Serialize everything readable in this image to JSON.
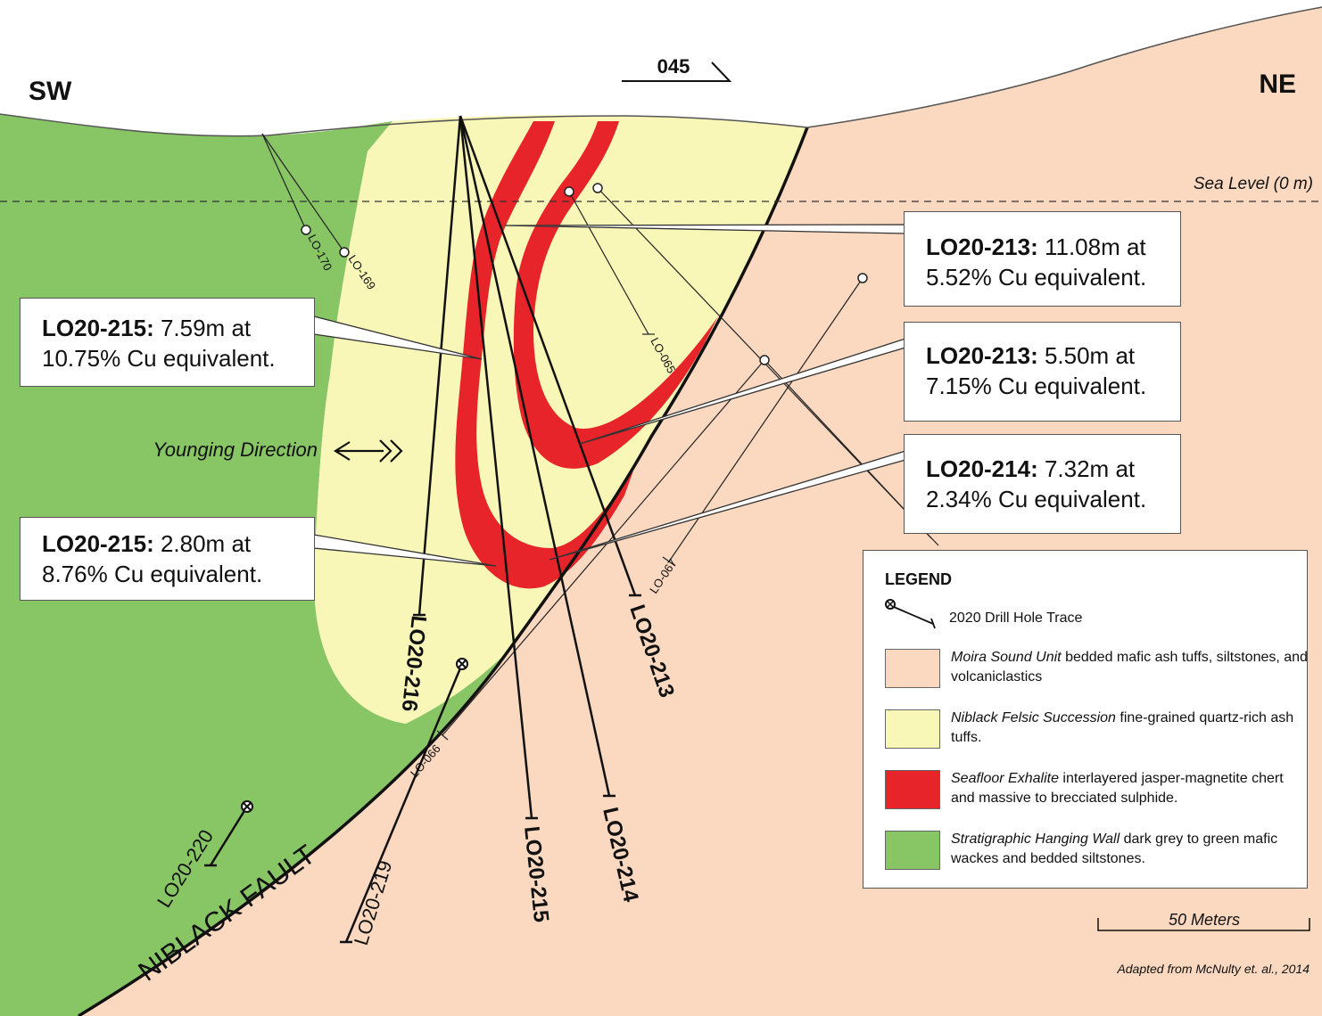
{
  "orientation": {
    "left": "SW",
    "right": "NE",
    "azimuth": "045"
  },
  "sea_level_label": "Sea Level (0 m)",
  "younging_label": "Younging Direction",
  "fault_label": "NIBLACK FAULT",
  "callouts": [
    {
      "hole": "LO20-213:",
      "line1": " 11.08m at",
      "line2": "5.52% Cu equivalent."
    },
    {
      "hole": "LO20-215:",
      "line1": " 7.59m at",
      "line2": "10.75% Cu equivalent."
    },
    {
      "hole": "LO20-213:",
      "line1": " 5.50m at",
      "line2": "7.15% Cu equivalent."
    },
    {
      "hole": "LO20-214:",
      "line1": " 7.32m at",
      "line2": "2.34% Cu equivalent."
    },
    {
      "hole": "LO20-215:",
      "line1": " 2.80m at",
      "line2": "8.76% Cu equivalent."
    }
  ],
  "drill_holes_major": [
    "LO20-216",
    "LO20-213",
    "LO20-215",
    "LO20-214",
    "LO20-219",
    "LO20-220"
  ],
  "drill_holes_historic": [
    "LO-170",
    "LO-169",
    "LO-065",
    "LO-067",
    "LO-066"
  ],
  "legend": {
    "title": "LEGEND",
    "drill_trace": "2020 Drill Hole Trace",
    "units": [
      {
        "name": "Moira Sound Unit",
        "desc": "bedded mafic ash tuffs, siltstones, and volcaniclastics",
        "color": "#fbd8c0"
      },
      {
        "name": "Niblack Felsic Succession",
        "desc": "fine-grained quartz-rich ash tuffs.",
        "color": "#f8f7b8"
      },
      {
        "name": "Seafloor Exhalite",
        "desc": "interlayered jasper-magnetite chert and massive to brecciated sulphide.",
        "color": "#e6242a"
      },
      {
        "name": "Stratigraphic Hanging Wall",
        "desc": "dark grey to green mafic wackes and bedded siltstones.",
        "color": "#88c565"
      }
    ]
  },
  "scale_label": "50 Meters",
  "credit": "Adapted from McNulty et. al., 2014"
}
